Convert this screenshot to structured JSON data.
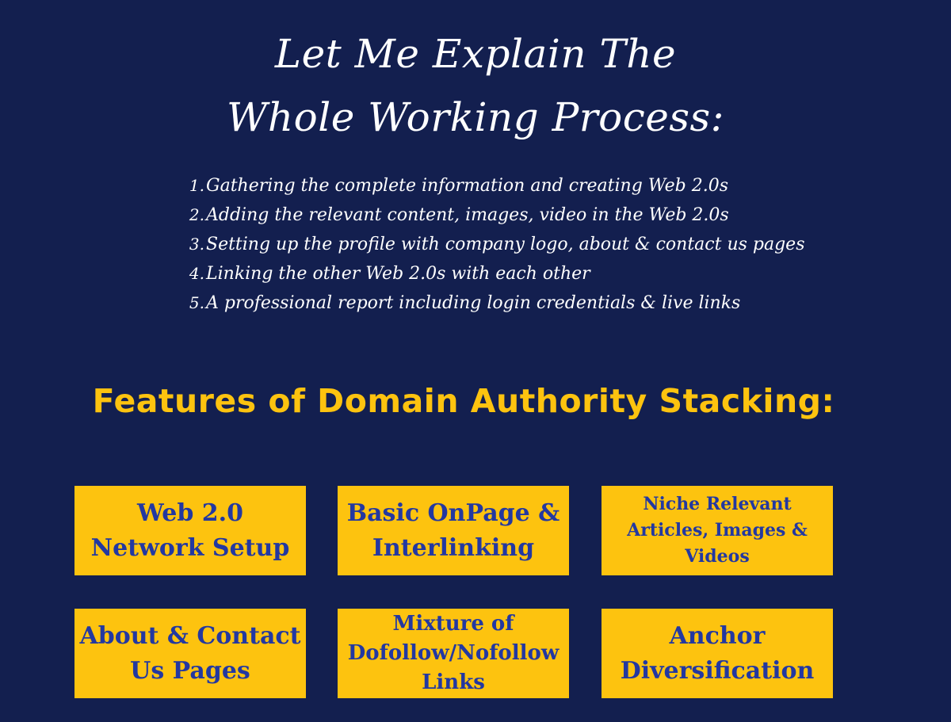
{
  "colors": {
    "background": "#131f4f",
    "heading_text": "#ffffff",
    "accent_yellow": "#fdc30f",
    "card_text_blue": "#2338a1"
  },
  "headline": {
    "line1": "Let Me Explain The",
    "line2": "Whole Working Process:"
  },
  "steps": [
    {
      "num": "1.",
      "text": "Gathering the complete information and creating Web 2.0s"
    },
    {
      "num": "2.",
      "text": "Adding the relevant content, images, video in the Web 2.0s"
    },
    {
      "num": "3.",
      "text": "Setting up the profile with company logo, about & contact us pages"
    },
    {
      "num": "4.",
      "text": "Linking the other Web 2.0s with each other"
    },
    {
      "num": "5.",
      "text": "A professional report including login credentials & live links"
    }
  ],
  "features": {
    "title": "Features of Domain Authority Stacking:",
    "cards": [
      {
        "label": "Web 2.0\nNetwork Setup"
      },
      {
        "label": "Basic OnPage &\nInterlinking"
      },
      {
        "label": "Niche Relevant\nArticles, Images &\nVideos"
      },
      {
        "label": "About & Contact\nUs Pages"
      },
      {
        "label": "Mixture of\nDofollow/Nofollow\nLinks"
      },
      {
        "label": "Anchor\nDiversification"
      }
    ]
  }
}
